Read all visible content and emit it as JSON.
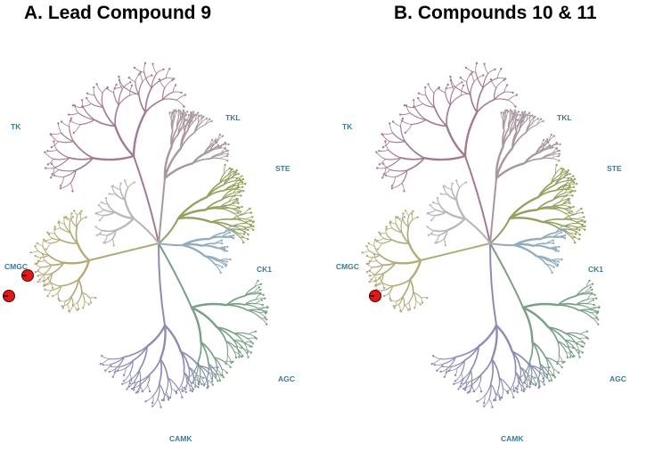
{
  "panels": [
    {
      "title": "A. Lead Compound 9",
      "hits": [
        {
          "group": "CMGC",
          "label": ""
        },
        {
          "group": "CMGC",
          "label": ""
        }
      ]
    },
    {
      "title": "B. Compounds 10 & 11",
      "hits": [
        {
          "group": "CMGC",
          "label": ""
        }
      ]
    }
  ],
  "groups": [
    {
      "key": "TK",
      "label": "TK",
      "color": "#a47a93"
    },
    {
      "key": "TKL",
      "label": "TKL",
      "color": "#a8979f"
    },
    {
      "key": "STE",
      "label": "STE",
      "color": "#93a15e"
    },
    {
      "key": "CK1",
      "label": "CK1",
      "color": "#93adbf"
    },
    {
      "key": "AGC",
      "label": "AGC",
      "color": "#79a086"
    },
    {
      "key": "CAMK",
      "label": "CAMK",
      "color": "#8d8cb3"
    },
    {
      "key": "CMGC",
      "label": "CMGC",
      "color": "#b3aa78"
    },
    {
      "key": "OTHER",
      "label": "",
      "color": "#b9b9b9"
    }
  ],
  "colors": {
    "label": "#3a7a9a",
    "hit_fill": "#e01818",
    "hit_stroke": "#5a0000",
    "trunk": "#b4b4b4"
  }
}
